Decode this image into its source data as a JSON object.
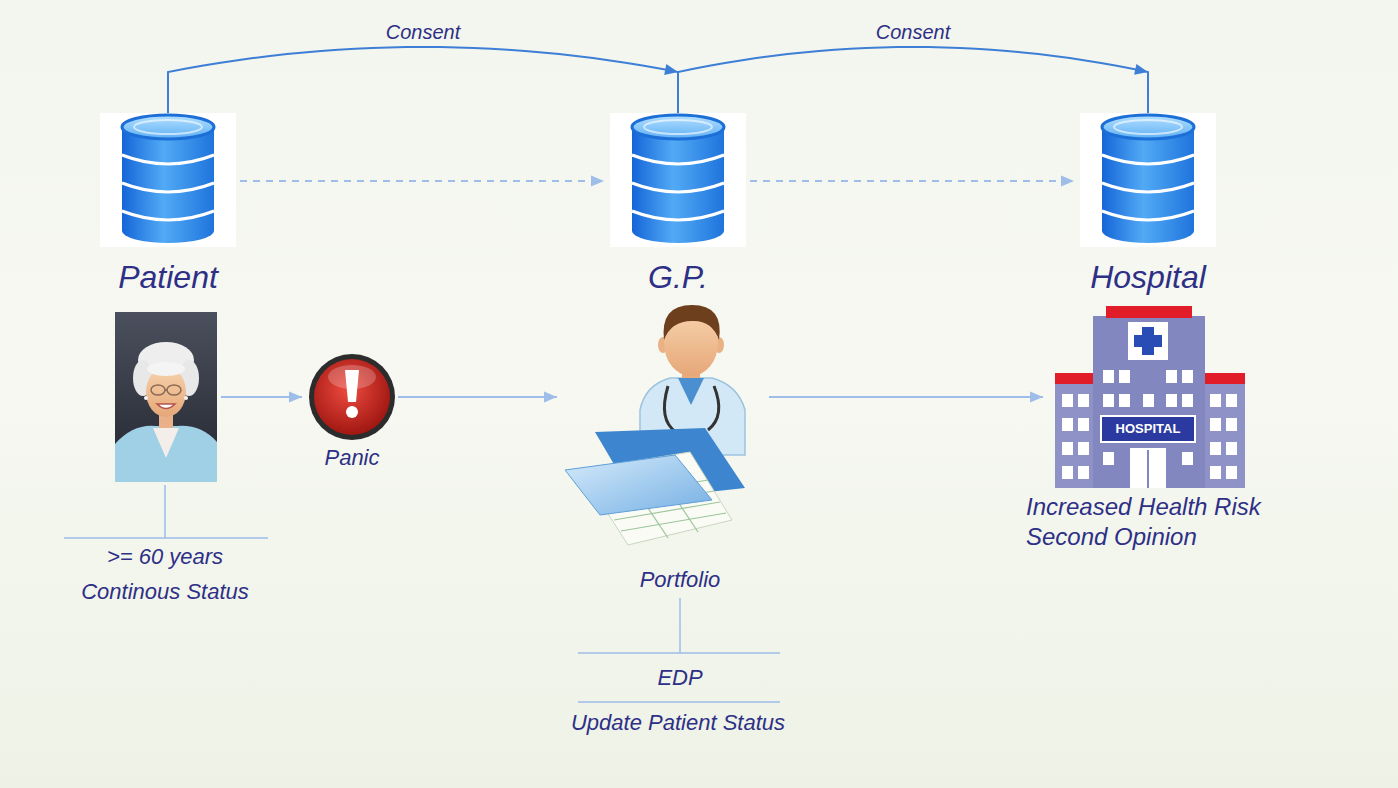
{
  "diagram": {
    "nodes": [
      {
        "text": [
          "Patient"
        ]
      },
      {
        "text": [
          "G.P."
        ]
      },
      {
        "text": [
          "Hospital"
        ]
      },
      {
        "text": [
          ">= 60 years",
          "Continous Status"
        ]
      },
      {
        "text": [
          "Panic"
        ]
      },
      {
        "text": [
          "Portfolio",
          "EDP",
          "Update Patient Status"
        ]
      },
      {
        "text": [
          "Increased Health Risk",
          "Second Opinion"
        ]
      }
    ],
    "edges": [
      {
        "from": 0,
        "to": 1,
        "label": "Consent",
        "arrow": "to"
      },
      {
        "from": 1,
        "to": 2,
        "label": "Consent",
        "arrow": "to"
      },
      {
        "from": 0,
        "to": 1,
        "arrow": "to"
      },
      {
        "from": 1,
        "to": 2,
        "arrow": "to"
      },
      {
        "from": 3,
        "to": 4,
        "arrow": "to"
      },
      {
        "from": 4,
        "to": 5,
        "arrow": "to"
      },
      {
        "from": 5,
        "to": 6,
        "arrow": "to"
      }
    ],
    "labels": [
      "HOSPITAL"
    ]
  }
}
